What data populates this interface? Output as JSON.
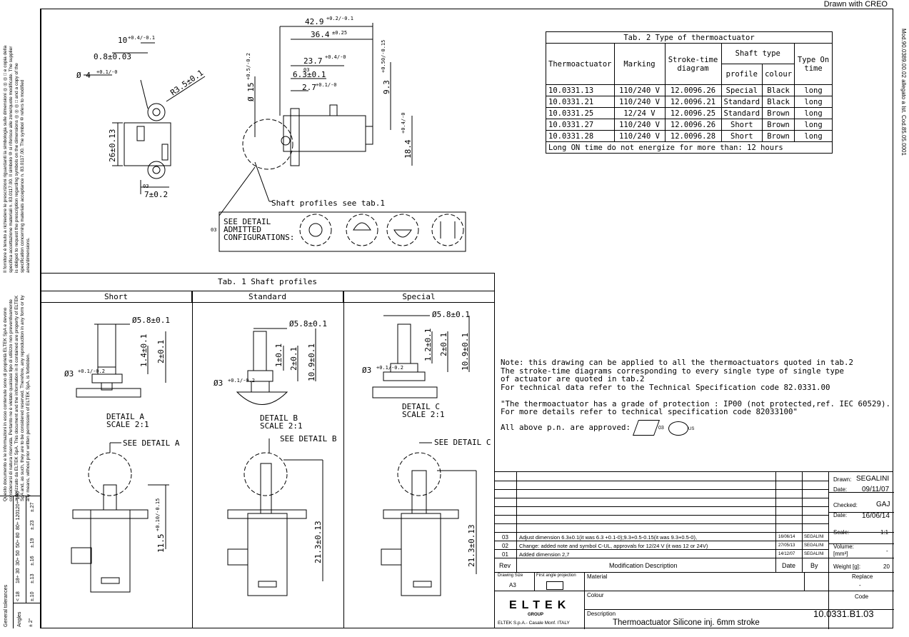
{
  "header": {
    "drawn_with": "Drawn with CREO"
  },
  "right_margin": {
    "text": "Mod.90.0389.00.02 allegato a Ist. Cod.85.05.0001"
  },
  "left_margin": {
    "block_top": "Il fornitore è tenuto a richiedere le prescrizioni riguardanti la simbologia sulle dimensioni ◎ ◎ ◎ □ e copia della specifica accettazione materiali n. 83.0117.00. Il simbolo ⑩ si riferisce alle zone/quote modificate. The supplier is obliged to request the prescription regarding symbols on the dimensions ◎ ◎ ◎ □ and a copy of the specification concerning materials acceptance n. 83.0117.00. The symbol ⑩ refers to modified area/dimensions.",
    "block_bottom": "Questo documento e le informazioni in esso contenute sono di proprietà ELTEK SpA e devono considerarsi di natura riservata. Pertanto ne è vietato qualsiasi tipo di utilizzo non preventivamente autorizzato da ELTEK SpA. This document and the information in it contained are property of ELTEK SpA and, as such, they are to be considered reserved. Therefore, any reproduction in any form or by any means, without prior written permission of ELTEK SpA, is forbidden.",
    "tolerances_title": "General tolerances",
    "tol_ranges": [
      "< 18",
      "18÷ 30",
      "30÷ 50",
      "50÷ 80",
      "80÷ 120",
      "120÷ 180"
    ],
    "tol_values": [
      "±.10",
      "±.13",
      "±.16",
      "±.19",
      "±.23",
      "±.27"
    ],
    "angles_label": "Angles",
    "angles_value": "± 2°"
  },
  "main_drawing": {
    "dims": {
      "d1": "42.9",
      "d1_tol": "+0.2/-0.1",
      "d2": "36.4",
      "d2_tol": "±0.25",
      "d3": "23.7",
      "d3_tol": "+0.4/-0",
      "d4": "6.3±0.1",
      "d5": "2.7",
      "d5_tol": "+0.1/-0",
      "d6": "Ø 15",
      "d6_tol": "+0.5/-0.2",
      "d7": "9.3",
      "d7_tol": "+0.50/-0.15",
      "d8": "18.4",
      "d8_tol": "+0.4/-0",
      "d9": "10",
      "d9_tol": "+0.4/-0.1",
      "d10": "0.8±0.03",
      "d11": "Ø 4",
      "d11_tol": "+0.1/-0",
      "d12": "R3.5±0.1",
      "d13": "26±0.13",
      "d14": "7±0.2"
    },
    "rev_mark": "03",
    "shaft_note": "Shaft profiles see tab.1",
    "detail_lines": [
      "SEE DETAIL",
      "ADMITTED",
      "CONFIGURATIONS:"
    ]
  },
  "tab2": {
    "title": "Tab. 2 Type of thermoactuator",
    "headers": {
      "thermo": "Thermoactuator",
      "marking": "Marking",
      "stroke": "Stroke-time diagram",
      "shaft": "Shaft type",
      "profile": "profile",
      "colour": "colour",
      "type": "Type On time"
    },
    "rows": [
      [
        "10.0331.13",
        "110/240 V",
        "12.0096.26",
        "Special",
        "Black",
        "long"
      ],
      [
        "10.0331.21",
        "110/240 V",
        "12.0096.21",
        "Standard",
        "Black",
        "long"
      ],
      [
        "10.0331.25",
        "12/24 V",
        "12.0096.25",
        "Standard",
        "Brown",
        "long"
      ],
      [
        "10.0331.27",
        "110/240 V",
        "12.0096.26",
        "Short",
        "Brown",
        "long"
      ],
      [
        "10.0331.28",
        "110/240 V",
        "12.0096.28",
        "Short",
        "Brown",
        "long"
      ]
    ],
    "footer": "Long ON time do not energize for more than: 12 hours"
  },
  "tab1": {
    "title": "Tab. 1 Shaft profiles",
    "short": {
      "label": "Short",
      "d1": "Ø5.8±0.1",
      "d2": "1.4±0.1",
      "d3": "2±0.1",
      "d4": "Ø3",
      "d4_tol": "+0.1/-0.2",
      "detail": "DETAIL A",
      "scale": "SCALE 2:1"
    },
    "standard": {
      "label": "Standard",
      "d1": "Ø5.8±0.1",
      "d2": "1±0.1",
      "d3": "2±0.1",
      "d5": "10.9±0.1",
      "d4": "Ø3",
      "d4_tol": "+0.1/-0.2",
      "detail": "DETAIL B",
      "scale": "SCALE 2:1"
    },
    "special": {
      "label": "Special",
      "d1": "Ø5.8±0.1",
      "d2": "1.2±0.1",
      "d3": "2±0.1",
      "d5": "10.9±0.1",
      "d4": "Ø3",
      "d4_tol": "+0.1/-0.2",
      "detail": "DETAIL C",
      "scale": "SCALE 2:1"
    }
  },
  "views": {
    "a": {
      "see": "SEE DETAIL A",
      "dim": "11.5",
      "dim_tol": "+0.10/-0.15"
    },
    "b": {
      "see": "SEE DETAIL B",
      "dim": "21.3±0.13"
    },
    "c": {
      "see": "SEE DETAIL C",
      "dim": "21.3±0.13"
    }
  },
  "notes": {
    "text": "Note: this drawing can be applied to all the thermoactuators quoted in tab.2\nThe stroke-time diagrams corresponding to every single type of single type\nof actuator are quoted in tab.2\nFor technical data refer to the Technical Specification code 82.0331.00\n\n\"The thermoactuator has a grade of protection : IP00 (not protected,ref. IEC 60529).\nFor more details refer to technical specification code 82033100\"",
    "approved": "All above p.n. are approved:",
    "approval_marks": [
      "03",
      "US"
    ]
  },
  "title_block": {
    "drawn_label": "Drawn:",
    "drawn_by": "SEGALINI",
    "date_label": "Date:",
    "drawn_date": "09/11/07",
    "checked_label": "Checked:",
    "checked_by": "GAJ",
    "checked_date": "16/06/14",
    "scale_label": "Scale:",
    "scale": "1:1",
    "volume_label": "Volume:",
    "volume_unit": "[mm³]",
    "volume": "-",
    "weight_label": "Weight [g]:",
    "weight": "20",
    "revisions": [
      {
        "rev": "03",
        "desc": "Adjust dimension 6.3±0.1(it was 6.3 +0.1-0);9.3+0.5-0.15(it was 9.3+0.5-0),",
        "date": "16/06/14",
        "by": "SEGALINI"
      },
      {
        "rev": "02",
        "desc": "Change: added note and symbol C-UL, approvals for 12/24 V (it was 12 or 24V)",
        "date": "27/05/13",
        "by": "SEGALINI"
      },
      {
        "rev": "01",
        "desc": "Added dimension 2,7",
        "date": "14/12/07",
        "by": "SEGALINI"
      }
    ],
    "rev_header": "Rev",
    "mod_header": "Modification Description",
    "date_header": "Date",
    "by_header": "By",
    "drawing_size_label": "Drawing Size",
    "drawing_size": "A3",
    "projection_label": "First angle projection",
    "material_label": "Material",
    "replace_label": "Replace",
    "replace": "-",
    "colour_label": "Colour",
    "code_label": "Code",
    "code": "10.0331.B1.03",
    "description_label": "Description",
    "description": "Thermoactuator Silicone inj. 6mm stroke",
    "logo": "ELTEK",
    "logo_group": "GROUP",
    "company": "ELTEK S.p.A.- Casale Monf. ITALY"
  }
}
